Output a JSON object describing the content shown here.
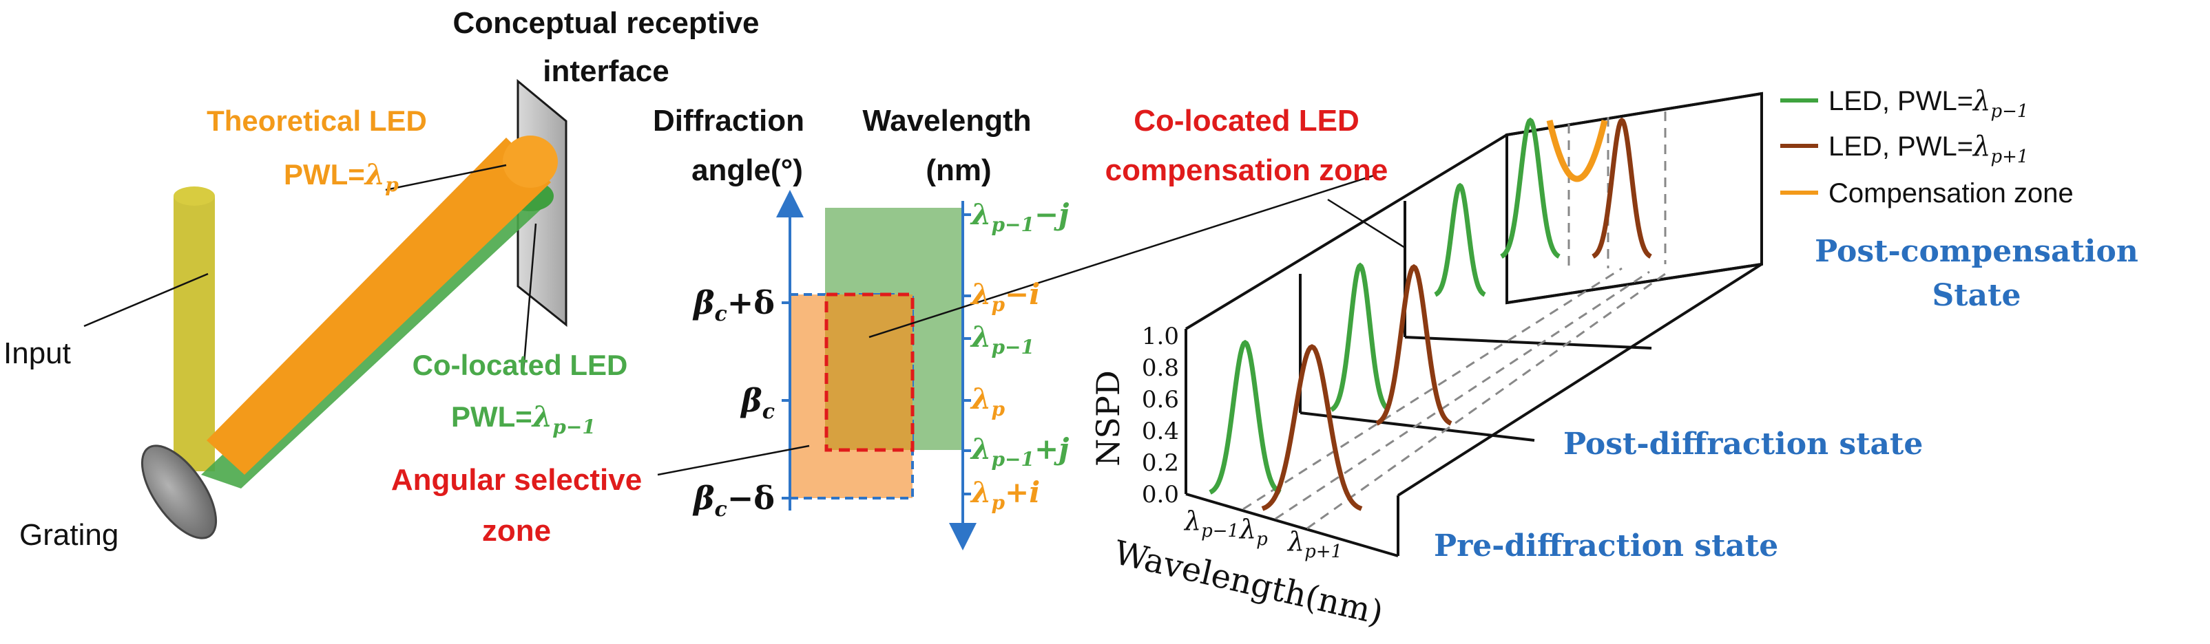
{
  "left": {
    "interface_label_1": "Conceptual receptive",
    "interface_label_2": "interface",
    "theoretical_label_1": "Theoretical LED",
    "theoretical_label_2": "PWL=",
    "theoretical_sym": "λ",
    "theoretical_sub": "p",
    "colocated_label_1": "Co-located LED",
    "colocated_label_2": "PWL=",
    "colocated_sym": "λ",
    "colocated_sub": "p−1",
    "input_label": "Input",
    "grating_label": "Grating",
    "colors": {
      "theoretical": "#f39a1a",
      "colocated": "#4aa94a",
      "input": "#c5b81a",
      "grating": "#8c8c8c"
    }
  },
  "middle": {
    "angle_title_1": "Diffraction",
    "angle_title_2": "angle(°)",
    "wavelength_title_1": "Wavelength",
    "wavelength_title_2": "(nm)",
    "compensation_title_1": "Co-located LED",
    "compensation_title_2": "compensation zone",
    "angular_zone_1": "Angular selective",
    "angular_zone_2": "zone",
    "left_ticks": [
      {
        "sym": "β",
        "sub": "c",
        "suffix": "+δ"
      },
      {
        "sym": "β",
        "sub": "c",
        "suffix": ""
      },
      {
        "sym": "β",
        "sub": "c",
        "suffix": "−δ"
      }
    ],
    "right_ticks": [
      {
        "sym": "λ",
        "sub": "p−1",
        "suffix": "−j",
        "color": "#4aa94a"
      },
      {
        "sym": "λ",
        "sub": "p",
        "suffix": "−i",
        "color": "#f39a1a"
      },
      {
        "sym": "λ",
        "sub": "p−1",
        "suffix": "",
        "color": "#4aa94a"
      },
      {
        "sym": "λ",
        "sub": "p",
        "suffix": "",
        "color": "#f39a1a"
      },
      {
        "sym": "λ",
        "sub": "p−1",
        "suffix": "+j",
        "color": "#4aa94a"
      },
      {
        "sym": "λ",
        "sub": "p",
        "suffix": "+i",
        "color": "#f39a1a"
      }
    ]
  },
  "right": {
    "legend": [
      {
        "label": "LED, PWL=",
        "sym": "λ",
        "sub": "p−1",
        "color": "#3fa33f"
      },
      {
        "label": "LED, PWL=",
        "sym": "λ",
        "sub": "p+1",
        "color": "#8b3a12"
      },
      {
        "label": "Compensation zone",
        "sym": "",
        "sub": "",
        "color": "#f39a1a"
      }
    ],
    "states": {
      "post_compensation_1": "Post-compensation",
      "post_compensation_2": "State",
      "post_diffraction": "Post-diffraction state",
      "pre_diffraction": "Pre-diffraction state"
    },
    "y_axis_title": "NSPD",
    "y_ticks": [
      "1.0",
      "0.8",
      "0.6",
      "0.4",
      "0.2",
      "0.0"
    ],
    "x_axis_title": "Wavelength(nm)",
    "x_ticks": [
      {
        "sym": "λ",
        "sub": "p−1"
      },
      {
        "sym": "λ",
        "sub": "p"
      },
      {
        "sym": "λ",
        "sub": "p+1"
      }
    ],
    "state_color": "#2a6fbe"
  }
}
